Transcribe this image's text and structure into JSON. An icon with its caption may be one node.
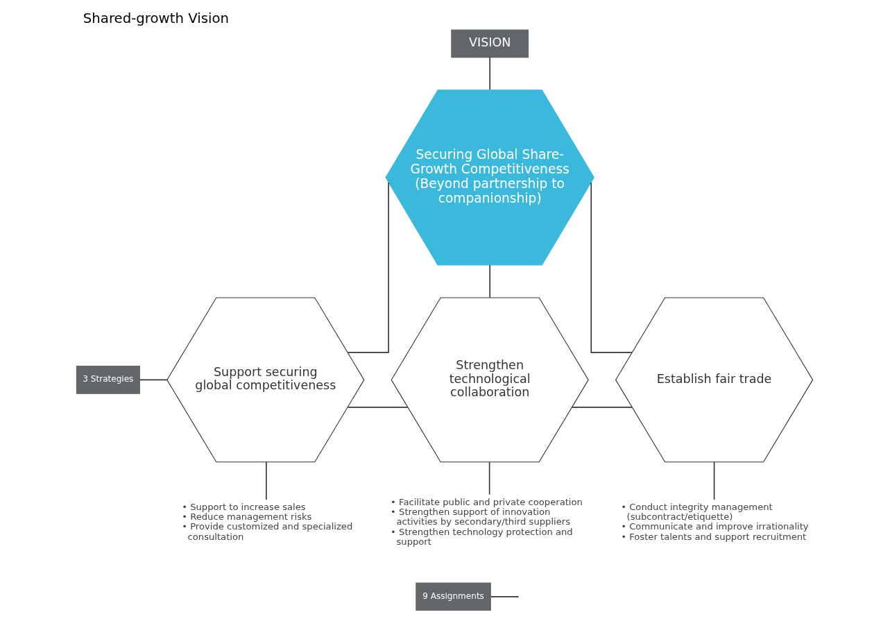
{
  "diagram": {
    "title": "Shared-growth Vision",
    "nodes": [
      {
        "text": [
          "VISION"
        ]
      },
      {
        "text": [
          "Securing Global Share-Growth Competitiveness",
          "(Beyond partnership to companionship)"
        ]
      },
      {
        "text": [
          "Support securing global competitiveness"
        ]
      },
      {
        "text": [
          "Strengthen technological collaboration"
        ]
      },
      {
        "text": [
          "Establish fair trade"
        ]
      },
      {
        "text": [
          "• Support to increase sales",
          "• Reduce management risks",
          "• Provide customized and specialized consultation"
        ]
      },
      {
        "text": [
          "• Facilitate public and private cooperation",
          "• Strengthen support of innovation activities by secondary/third suppliers",
          "• Strengthen technology protection and support"
        ]
      },
      {
        "text": [
          "• Conduct integrity management (subcontract/etiquette)",
          "• Communicate and improve irrationality",
          "• Foster talents and support recruitment"
        ]
      },
      {
        "text": [
          "3 Strategies"
        ]
      },
      {
        "text": [
          "9 Assignments"
        ]
      }
    ],
    "edges": [
      {
        "from": 0,
        "to": 1,
        "arrow": "none"
      },
      {
        "from": 1,
        "to": 2,
        "arrow": "none"
      },
      {
        "from": 1,
        "to": 3,
        "arrow": "none"
      },
      {
        "from": 1,
        "to": 4,
        "arrow": "none"
      },
      {
        "from": 8,
        "to": 2,
        "arrow": "none"
      },
      {
        "from": 2,
        "to": 3,
        "arrow": "none"
      },
      {
        "from": 3,
        "to": 4,
        "arrow": "none"
      },
      {
        "from": 2,
        "to": 5,
        "arrow": "none"
      },
      {
        "from": 3,
        "to": 6,
        "arrow": "none"
      },
      {
        "from": 4,
        "to": 7,
        "arrow": "none"
      },
      {
        "from": 9,
        "to": null,
        "arrow": "none"
      }
    ]
  }
}
